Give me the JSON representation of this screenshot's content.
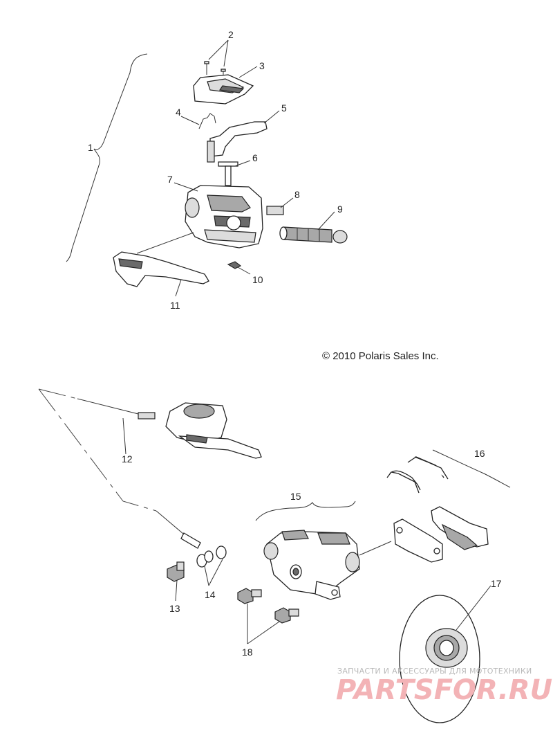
{
  "labels": [
    "1",
    "2",
    "3",
    "4",
    "5",
    "6",
    "7",
    "8",
    "9",
    "10",
    "11",
    "12",
    "13",
    "14",
    "15",
    "16",
    "17",
    "18"
  ],
  "copyright": "© 2010 Polaris Sales Inc.",
  "watermark": {
    "caption": "ЗАПЧАСТИ И АКСЕССУАРЫ ДЛЯ МОТОТЕХНИКИ",
    "logo_text": "PARTSFOR.RU"
  }
}
